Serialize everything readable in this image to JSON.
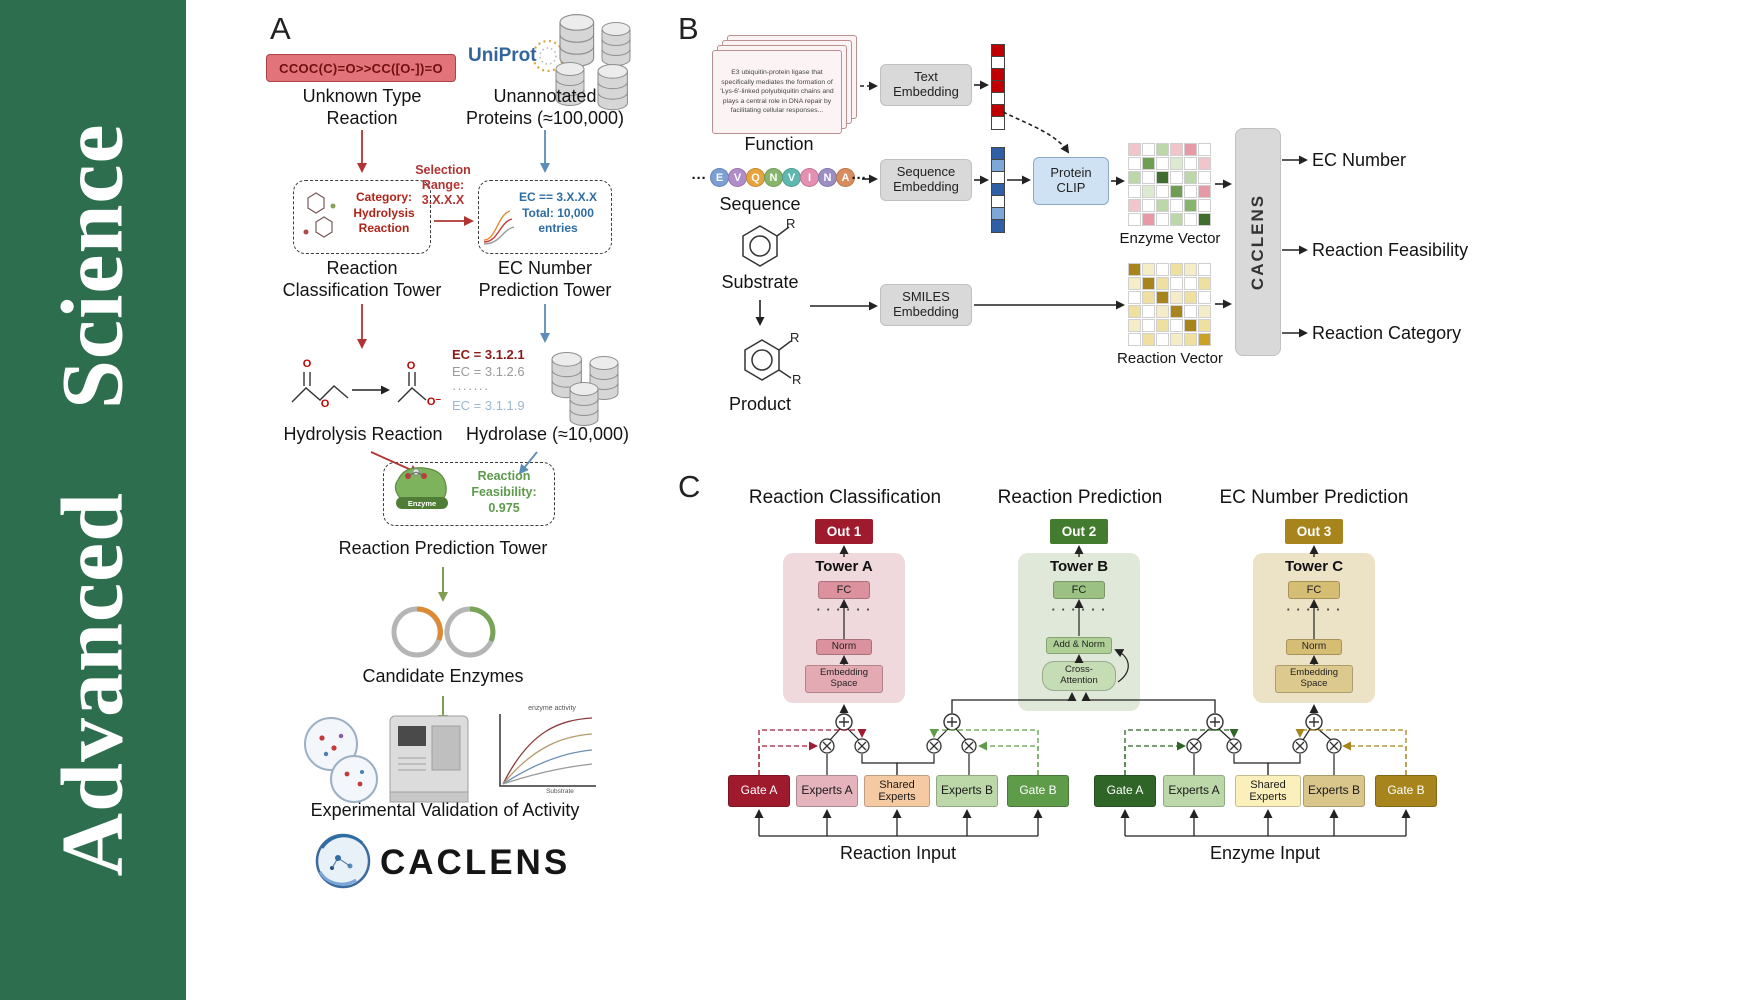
{
  "journal": {
    "title": "Advanced Science",
    "bg_color": "#2d6e4e"
  },
  "panelA": {
    "label": "A",
    "smiles_reaction": "CCOC(C)=O>>CC([O-])=O",
    "unknown_type_label": "Unknown Type\nReaction",
    "uniprot_label": "UniProt",
    "unannotated_label": "Unannotated\nProteins (≈100,000)",
    "selection_label": "Selection\nRange:\n3.X.X.X",
    "category_box_label": "Category:\nHydrolysis\nReaction",
    "ec_box_label": "EC == 3.X.X.X\nTotal: 10,000\nentries",
    "classification_tower_label": "Reaction\nClassification Tower",
    "ec_tower_label": "EC Number\nPrediction Tower",
    "ec_items": [
      "EC = 3.1.2.1",
      "EC = 3.1.2.6",
      "·······",
      "EC = 3.1.1.9"
    ],
    "hydrolysis_label": "Hydrolysis Reaction",
    "hydrolase_label": "Hydrolase (≈10,000)",
    "atoms": {
      "o": "O",
      "o_minus": "O⁻"
    },
    "enzyme_word": "Enzyme",
    "feasibility_label": "Reaction\nFeasibility:",
    "feasibility_value": "0.975",
    "prediction_tower_label": "Reaction Prediction Tower",
    "candidate_label": "Candidate Enzymes",
    "plot": {
      "title": "enzyme activity",
      "xlabel": "Substrate"
    },
    "validation_label": "Experimental Validation of Activity",
    "brand": "CACLENS"
  },
  "panelB": {
    "label": "B",
    "function_text": "E3 ubiquitin-protein ligase that specifically mediates the formation of 'Lys-6'-linked polyubiquitin chains and plays a central role in DNA repair by facilitating cellular responses...",
    "function_label": "Function",
    "ellipsis": "···",
    "sequence": [
      {
        "t": "E",
        "c": "#7b9fd4"
      },
      {
        "t": "V",
        "c": "#b08cc9"
      },
      {
        "t": "Q",
        "c": "#e8a33d"
      },
      {
        "t": "N",
        "c": "#86b56b"
      },
      {
        "t": "V",
        "c": "#5fb8b0"
      },
      {
        "t": "I",
        "c": "#e58fb1"
      },
      {
        "t": "N",
        "c": "#9b8ec4"
      },
      {
        "t": "A",
        "c": "#d98d5f"
      }
    ],
    "sequence_label": "Sequence",
    "text_embedding_label": "Text\nEmbedding",
    "sequence_embedding_label": "Sequence\nEmbedding",
    "smiles_embedding_label": "SMILES\nEmbedding",
    "protein_clip_label": "Protein\nCLIP",
    "substrate_label": "Substrate",
    "product_label": "Product",
    "r_label": "R",
    "text_vector_cells": [
      "#c00000",
      "#ffffff",
      "#c00000",
      "#c00000",
      "#ffffff",
      "#c00000",
      "#ffffff"
    ],
    "seq_vector_cells": [
      "#2f5fa5",
      "#7da7d9",
      "#ffffff",
      "#2f5fa5",
      "#ffffff",
      "#7da7d9",
      "#2f5fa5"
    ],
    "enzyme_matrix_cells": [
      "#f2c4cb",
      "#ffffff",
      "#bcd8a8",
      "#f2c4cb",
      "#e59aa6",
      "#ffffff",
      "#ffffff",
      "#6f9e53",
      "#ffffff",
      "#dcead0",
      "#ffffff",
      "#f2c4cb",
      "#bcd8a8",
      "#ffffff",
      "#3f6e2f",
      "#ffffff",
      "#bcd8a8",
      "#ffffff",
      "#ffffff",
      "#dcead0",
      "#ffffff",
      "#6f9e53",
      "#ffffff",
      "#e59aa6",
      "#f2c4cb",
      "#ffffff",
      "#bcd8a8",
      "#ffffff",
      "#86b56b",
      "#ffffff",
      "#ffffff",
      "#e59aa6",
      "#ffffff",
      "#bcd8a8",
      "#ffffff",
      "#3f6e2f"
    ],
    "reaction_matrix_cells": [
      "#a8841c",
      "#f5ecc8",
      "#ffffff",
      "#efe0a0",
      "#f5ecc8",
      "#ffffff",
      "#f5ecc8",
      "#a8841c",
      "#efe0a0",
      "#ffffff",
      "#ffffff",
      "#efe0a0",
      "#ffffff",
      "#efe0a0",
      "#a8841c",
      "#f5ecc8",
      "#efe0a0",
      "#ffffff",
      "#efe0a0",
      "#ffffff",
      "#f5ecc8",
      "#a8841c",
      "#ffffff",
      "#f5ecc8",
      "#f5ecc8",
      "#ffffff",
      "#efe0a0",
      "#ffffff",
      "#a8841c",
      "#efe0a0",
      "#ffffff",
      "#efe0a0",
      "#ffffff",
      "#f5ecc8",
      "#efe0a0",
      "#c9a227"
    ],
    "enzyme_vector_label": "Enzyme Vector",
    "reaction_vector_label": "Reaction Vector",
    "caclens_label": "CACLENS",
    "output_ec": "EC Number",
    "output_feasibility": "Reaction Feasibility",
    "output_category": "Reaction Category"
  },
  "panelC": {
    "label": "C",
    "titles": [
      "Reaction Classification",
      "Reaction Prediction",
      "EC Number Prediction"
    ],
    "outs": [
      "Out 1",
      "Out 2",
      "Out 3"
    ],
    "out_colors": [
      "#a01a2e",
      "#447c2f",
      "#a8841c"
    ],
    "towers": [
      {
        "name": "Tower A",
        "fc": "FC",
        "dots": "· · · · · ·",
        "mid": "Norm",
        "base": "Embedding\nSpace"
      },
      {
        "name": "Tower B",
        "fc": "FC",
        "dots": "· · · · · ·",
        "mid": "Add & Norm",
        "base": "Cross-\nAttention"
      },
      {
        "name": "Tower C",
        "fc": "FC",
        "dots": "· · · · · ·",
        "mid": "Norm",
        "base": "Embedding\nSpace"
      }
    ],
    "left_group": [
      "Gate A",
      "Experts A",
      "Shared\nExperts",
      "Experts B",
      "Gate B"
    ],
    "right_group": [
      "Gate A",
      "Experts A",
      "Shared\nExperts",
      "Experts B",
      "Gate B"
    ],
    "reaction_input_label": "Reaction Input",
    "enzyme_input_label": "Enzyme Input"
  }
}
